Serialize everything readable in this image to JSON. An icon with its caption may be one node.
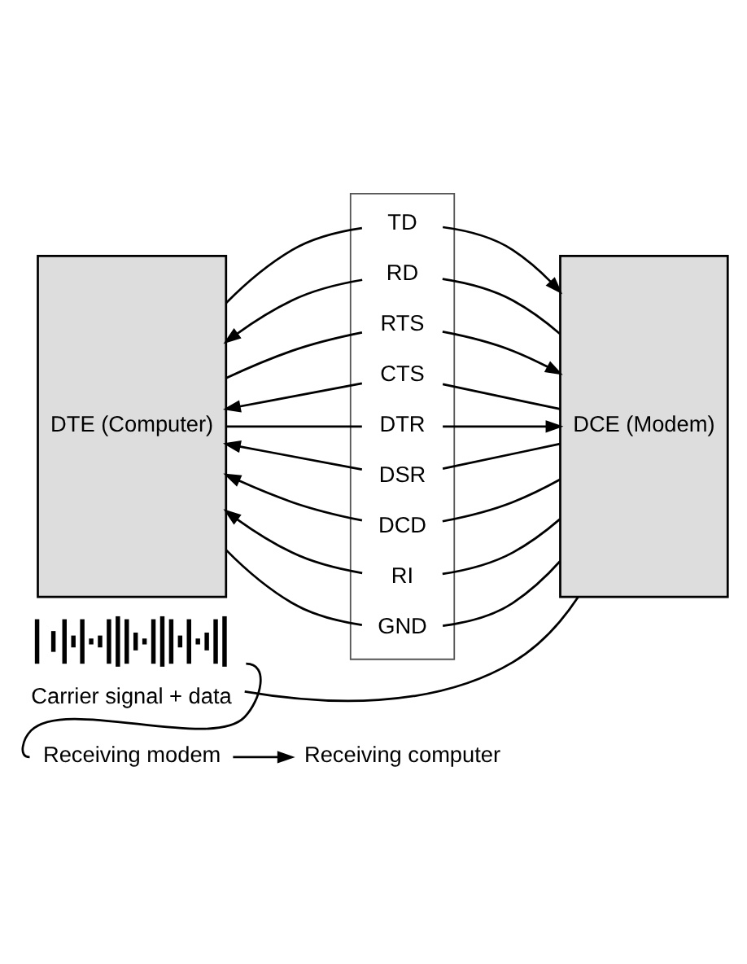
{
  "diagram": {
    "nodes": [
      {
        "text": [
          "DTE (Computer)"
        ]
      },
      {
        "text": [],
        "shape": "box"
      },
      {
        "text": [
          "TD"
        ],
        "in": 1
      },
      {
        "text": [
          "RD"
        ],
        "in": 1
      },
      {
        "text": [
          "RTS"
        ],
        "in": 1
      },
      {
        "text": [
          "CTS"
        ],
        "in": 1
      },
      {
        "text": [
          "DTR"
        ],
        "in": 1
      },
      {
        "text": [
          "DSR"
        ],
        "in": 1
      },
      {
        "text": [
          "DCD"
        ],
        "in": 1
      },
      {
        "text": [
          "RI"
        ],
        "in": 1
      },
      {
        "text": [
          "GND"
        ],
        "in": 1
      },
      {
        "text": [
          "DCE (Modem)"
        ]
      },
      {
        "text": [],
        "shape": "picture",
        "beside": [
          "Carrier signal + data"
        ]
      },
      {
        "text": [
          "Receiving modem"
        ]
      },
      {
        "text": [
          "Receiving computer"
        ]
      }
    ],
    "edges": [
      {
        "from": 0,
        "to": 2,
        "arrow": "none"
      },
      {
        "from": 2,
        "to": 11,
        "arrow": "to"
      },
      {
        "from": 3,
        "to": 0,
        "arrow": "to"
      },
      {
        "from": 3,
        "to": 11,
        "arrow": "none"
      },
      {
        "from": 0,
        "to": 4,
        "arrow": "none"
      },
      {
        "from": 4,
        "to": 11,
        "arrow": "to"
      },
      {
        "from": 5,
        "to": 0,
        "arrow": "to"
      },
      {
        "from": 5,
        "to": 11,
        "arrow": "none"
      },
      {
        "from": 0,
        "to": 6,
        "arrow": "none"
      },
      {
        "from": 6,
        "to": 11,
        "arrow": "to"
      },
      {
        "from": 7,
        "to": 0,
        "arrow": "to"
      },
      {
        "from": 7,
        "to": 11,
        "arrow": "none"
      },
      {
        "from": 8,
        "to": 0,
        "arrow": "to"
      },
      {
        "from": 8,
        "to": 11,
        "arrow": "none"
      },
      {
        "from": 9,
        "to": 0,
        "arrow": "to"
      },
      {
        "from": 9,
        "to": 11,
        "arrow": "none"
      },
      {
        "from": 0,
        "to": 10,
        "arrow": "none"
      },
      {
        "from": 10,
        "to": 11,
        "arrow": "none"
      },
      {
        "from": 11,
        "to": 12,
        "arrow": "none"
      },
      {
        "from": 12,
        "to": 13,
        "arrow": "none"
      },
      {
        "from": 13,
        "to": 14,
        "arrow": "to"
      }
    ]
  }
}
